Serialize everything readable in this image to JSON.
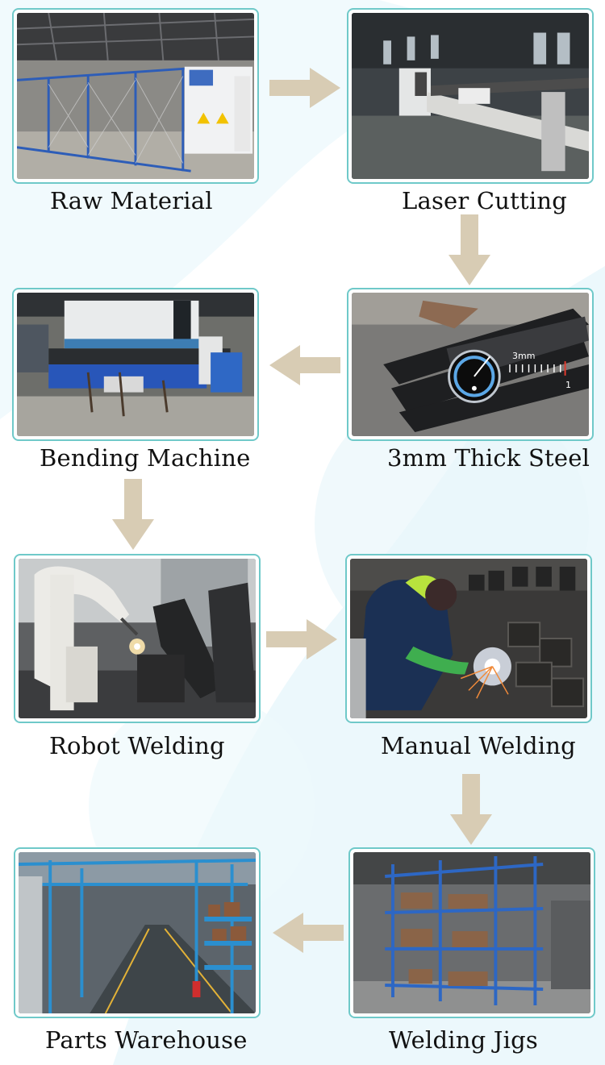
{
  "steps": [
    {
      "label": "Raw Material"
    },
    {
      "label": "Laser Cutting"
    },
    {
      "label": "3mm Thick Steel",
      "photo_text": {
        "thickness": "3mm",
        "scale_mark": "1"
      }
    },
    {
      "label": "Bending Machine"
    },
    {
      "label": "Robot Welding"
    },
    {
      "label": "Manual Welding"
    },
    {
      "label": "Welding Jigs"
    },
    {
      "label": "Parts Warehouse"
    }
  ],
  "colors": {
    "card_border": "#6fc9c9",
    "arrow": "#d8ccb4",
    "background_wash": "#e6f6fa"
  },
  "icons": {
    "flow_arrow": "arrow-icon"
  }
}
